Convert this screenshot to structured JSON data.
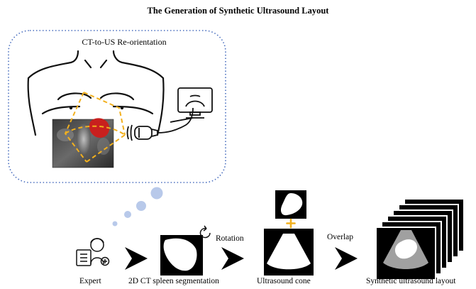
{
  "title": "The Generation of Synthetic Ultrasound Layout",
  "panel": {
    "label": "CT-to-US Re-orientation"
  },
  "steps": {
    "rotation": "Rotation",
    "overlap": "Overlap"
  },
  "captions": {
    "expert": "Expert",
    "segmentation": "2D CT spleen segmentation",
    "cone": "Ultrasound cone",
    "layout": "Synthetic ultrasound layout"
  },
  "colors": {
    "dotted_border": "#4a6fbf",
    "probe_path": "#f2b01e",
    "spleen": "#c8201e",
    "thought_bubble": "#b8c9ea",
    "plus": "#f2b01e"
  }
}
